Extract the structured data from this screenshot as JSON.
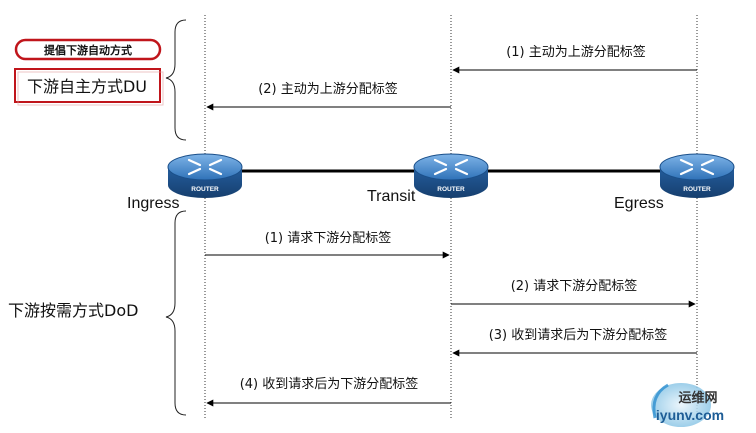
{
  "badge": {
    "text": "提倡下游自动方式"
  },
  "du_label": "下游自主方式DU",
  "dod_label": "下游按需方式DoD",
  "router_text": "ROUTER",
  "nodes": {
    "ingress": "Ingress",
    "transit": "Transit",
    "egress": "Egress"
  },
  "du_messages": [
    {
      "text": "(1) 主动为上游分配标签",
      "from": "egress",
      "to": "transit"
    },
    {
      "text": "(2) 主动为上游分配标签",
      "from": "transit",
      "to": "ingress"
    }
  ],
  "dod_messages": [
    {
      "text": "(1) 请求下游分配标签",
      "from": "ingress",
      "to": "transit"
    },
    {
      "text": "(2) 请求下游分配标签",
      "from": "transit",
      "to": "egress"
    },
    {
      "text": "(3) 收到请求后为下游分配标签",
      "from": "egress",
      "to": "transit"
    },
    {
      "text": "(4) 收到请求后为下游分配标签",
      "from": "transit",
      "to": "ingress"
    }
  ],
  "watermark": {
    "cn": "运维网",
    "url": "iyunv.com"
  },
  "colors": {
    "badge_border": "#c0151b",
    "router_body": "#2a6bb0",
    "router_dark": "#1a4f8a",
    "router_top": "#5c9ad6",
    "arrow": "#000000",
    "link": "#000000"
  }
}
